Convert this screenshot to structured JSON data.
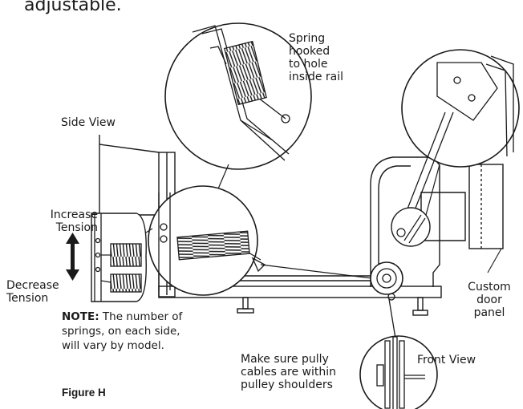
{
  "header_text": "adjustable.",
  "labels": {
    "spring_hooked": "Spring\nhooked\nto hole\ninside rail",
    "side_view": "Side View",
    "increase_tension": "Increase\nTension",
    "decrease_tension": "Decrease\nTension",
    "note_bold": "NOTE:",
    "note_text": " The number of springs, on each side, will vary by model.",
    "custom_door_panel": "Custom\ndoor\npanel",
    "make_sure": "Make sure pully\ncables are within\npulley shoulders",
    "front_view": "Front View",
    "figure": "Figure H"
  },
  "colors": {
    "line": "#1a1a1a",
    "fill_light": "#f4f4f4",
    "fill_mid": "#d9d9d9"
  }
}
